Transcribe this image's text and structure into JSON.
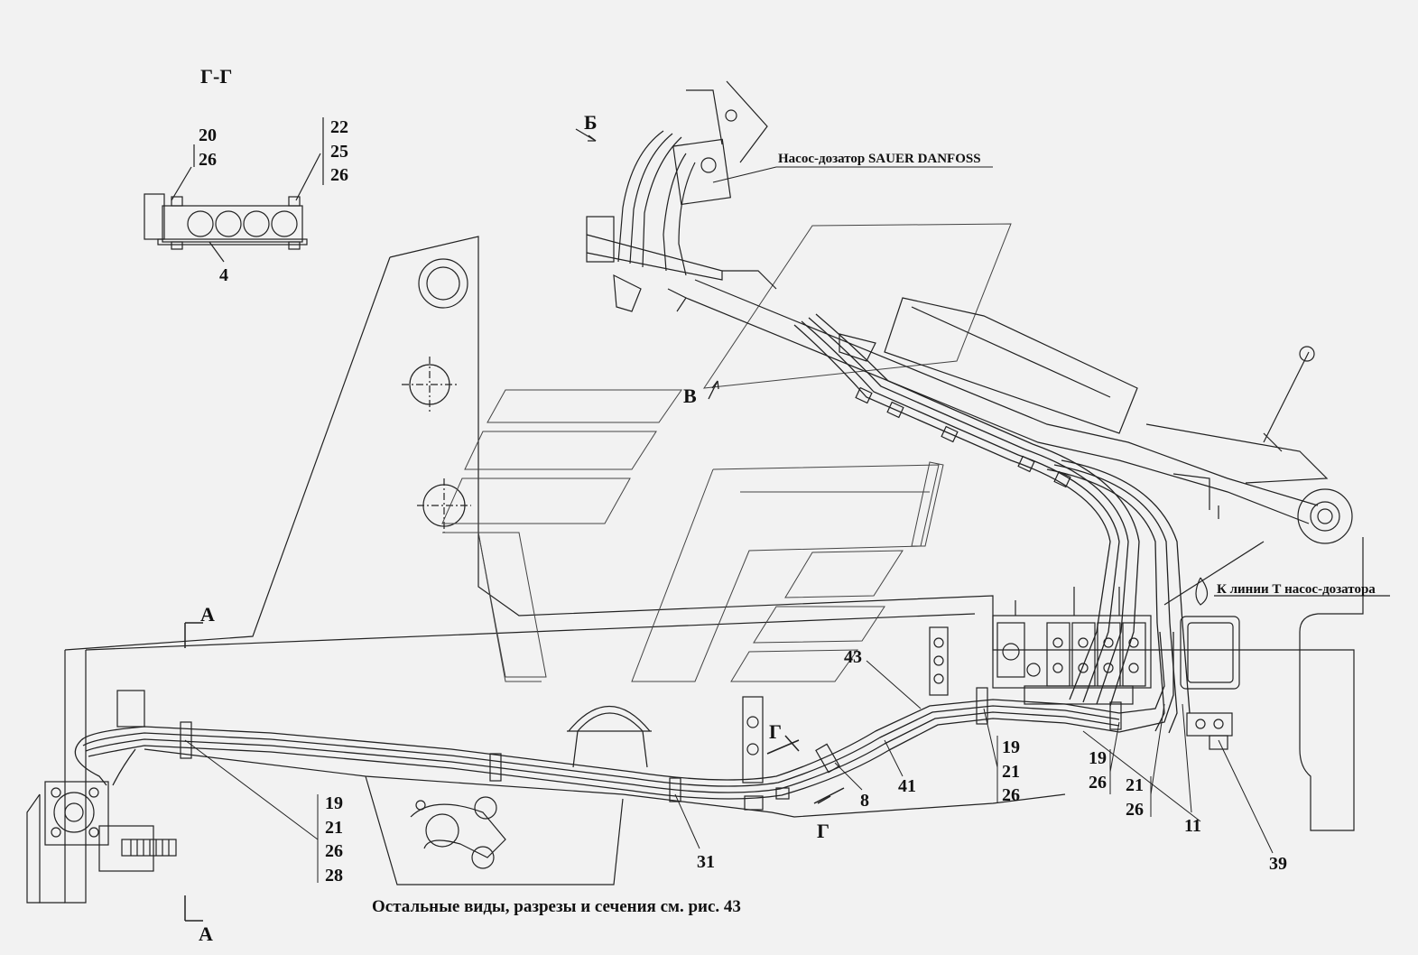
{
  "section_title": "Г-Г",
  "view_b": "Б",
  "view_v": "В",
  "pump_label": "Насос-дозатор SAUER DANFOSS",
  "line_t_label": "К линии Т насос-дозатора",
  "section_a_top": "А",
  "section_a_bottom": "А",
  "section_g_top": "Г",
  "section_g_bottom": "Г",
  "footer_note": "Остальные виды, разрезы и сечения см. рис. 43",
  "detail_left_refs": [
    "20",
    "26"
  ],
  "detail_right_refs": [
    "22",
    "25",
    "26"
  ],
  "detail_clamp_ref": "4",
  "pos_19_21_26_28": [
    "19",
    "21",
    "26",
    "28"
  ],
  "pos_19_21_26_a": [
    "19",
    "21",
    "26"
  ],
  "pos_19_26": [
    "19",
    "26"
  ],
  "pos_21_26": [
    "21",
    "26"
  ],
  "pos_43": "43",
  "pos_41": "41",
  "pos_8": "8",
  "pos_31": "31",
  "pos_11": "11",
  "pos_39": "39"
}
